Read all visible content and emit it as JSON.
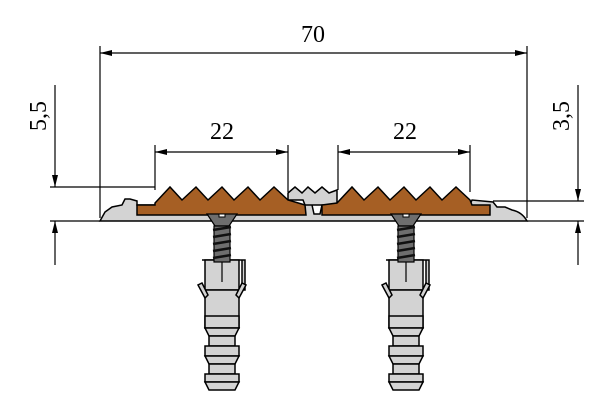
{
  "dimensions": {
    "overall_width": "70",
    "insert_left_width": "22",
    "insert_right_width": "22",
    "total_height": "5,5",
    "base_height": "3,5"
  },
  "colors": {
    "insert": "#a65f24",
    "profile": "#d3d3d3",
    "screw": "#6e6e6e"
  }
}
